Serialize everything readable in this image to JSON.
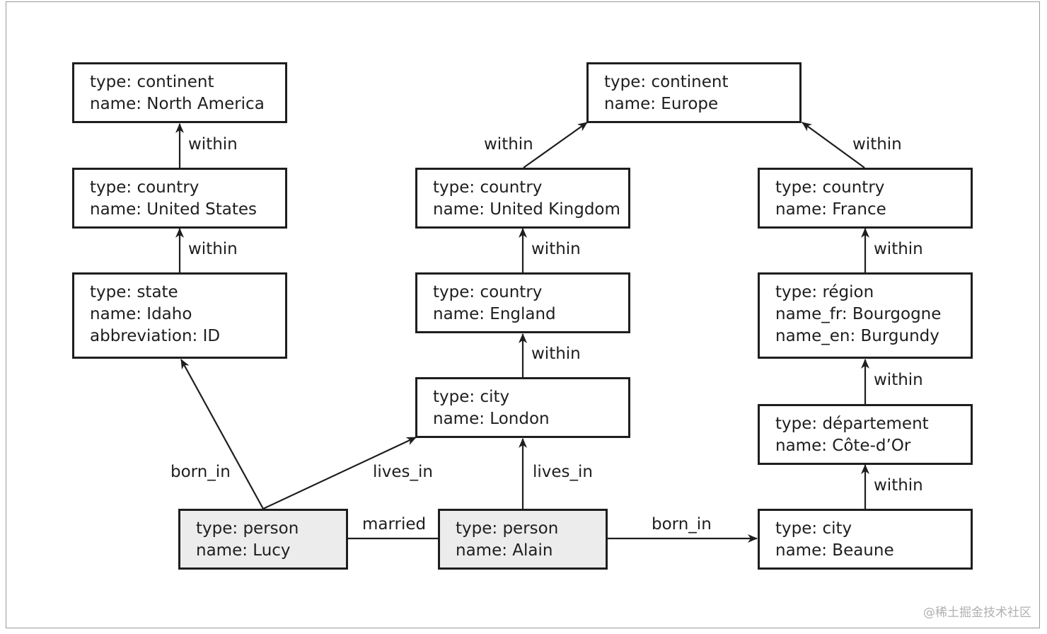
{
  "nodes": {
    "north_america": [
      "type: continent",
      "name: North America"
    ],
    "europe": [
      "type: continent",
      "name: Europe"
    ],
    "united_states": [
      "type: country",
      "name: United States"
    ],
    "united_kingdom": [
      "type: country",
      "name: United Kingdom"
    ],
    "france": [
      "type: country",
      "name: France"
    ],
    "idaho": [
      "type: state",
      "name: Idaho",
      "abbreviation: ID"
    ],
    "england": [
      "type: country",
      "name: England"
    ],
    "bourgogne": [
      "type: région",
      "name_fr: Bourgogne",
      "name_en: Burgundy"
    ],
    "london": [
      "type: city",
      "name: London"
    ],
    "cote_dor": [
      "type: département",
      "name: Côte-d’Or"
    ],
    "lucy": [
      "type: person",
      "name: Lucy"
    ],
    "alain": [
      "type: person",
      "name: Alain"
    ],
    "beaune": [
      "type: city",
      "name: Beaune"
    ]
  },
  "edge_labels": {
    "us_within": "within",
    "idaho_within": "within",
    "uk_within": "within",
    "france_within": "within",
    "england_within": "within",
    "london_within": "within",
    "bourgogne_within": "within",
    "cote_dor_within": "within",
    "beaune_within": "within",
    "lucy_born_in": "born_in",
    "lucy_lives_in": "lives_in",
    "alain_lives_in": "lives_in",
    "married": "married",
    "alain_born_in": "born_in"
  },
  "colors": {
    "stroke": "#1e1e1e",
    "person_fill": "#ececec",
    "node_fill": "#ffffff"
  },
  "watermark": "@稀土掘金技术社区"
}
